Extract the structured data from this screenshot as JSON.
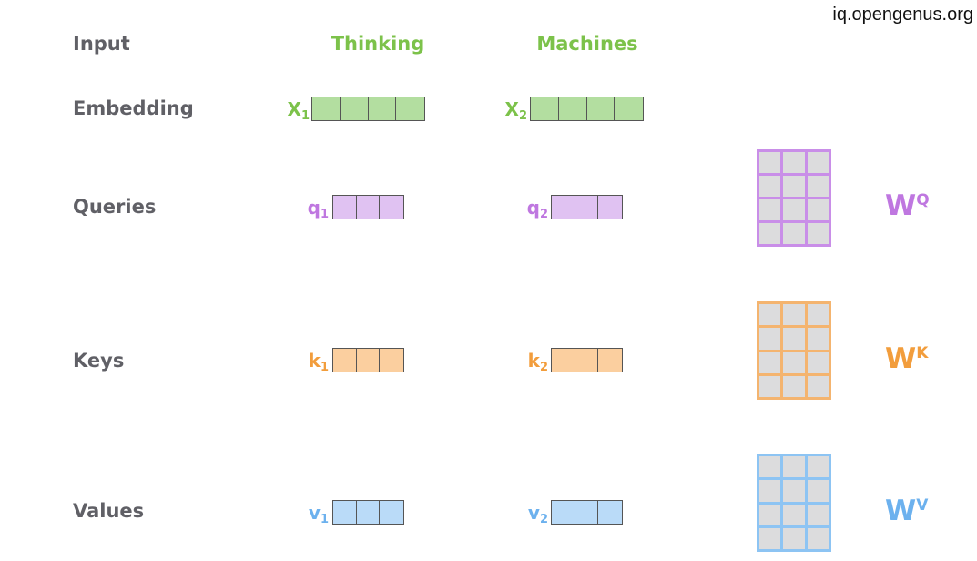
{
  "watermark": "iq.opengenus.org",
  "labels": {
    "input": "Input",
    "embedding": "Embedding",
    "queries": "Queries",
    "keys": "Keys",
    "values": "Values"
  },
  "input_words": [
    "Thinking",
    "Machines"
  ],
  "symbols": {
    "x1": {
      "base": "X",
      "sub": "1"
    },
    "x2": {
      "base": "X",
      "sub": "2"
    },
    "q1": {
      "base": "q",
      "sub": "1"
    },
    "q2": {
      "base": "q",
      "sub": "2"
    },
    "k1": {
      "base": "k",
      "sub": "1"
    },
    "k2": {
      "base": "k",
      "sub": "2"
    },
    "v1": {
      "base": "v",
      "sub": "1"
    },
    "v2": {
      "base": "v",
      "sub": "2"
    }
  },
  "weights": {
    "wq": {
      "base": "W",
      "sup": "Q"
    },
    "wk": {
      "base": "W",
      "sup": "K"
    },
    "wv": {
      "base": "W",
      "sup": "V"
    }
  },
  "colors": {
    "green_text": "#7cc24a",
    "green_fill": "#b3dea0",
    "purple_text": "#bf77e0",
    "purple_fill": "#e0c2f2",
    "purple_border": "#c98ee8",
    "orange_text": "#f29d3c",
    "orange_fill": "#fbcf9f",
    "orange_border": "#f4b46f",
    "blue_text": "#6cb1ee",
    "blue_fill": "#badbf8",
    "blue_border": "#8dc4f3",
    "matrix_cell": "#dcdcdd",
    "label_gray": "#606066"
  }
}
